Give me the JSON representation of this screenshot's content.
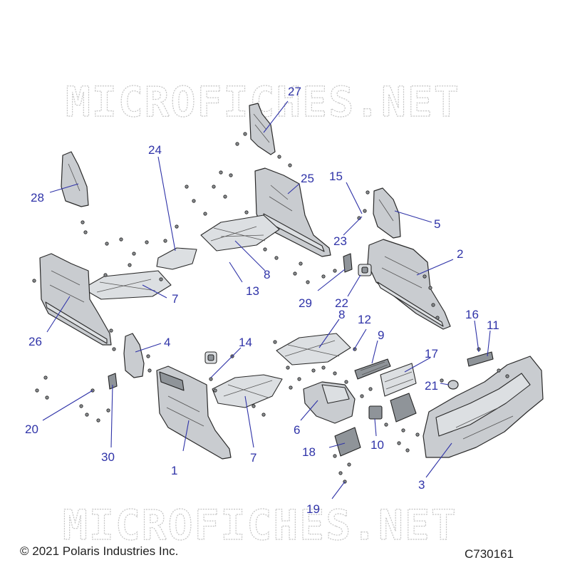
{
  "watermark": {
    "text": "MICROFICHES.NET"
  },
  "footer": {
    "copyright": "© 2021 Polaris Industries Inc.",
    "diagram_code": "C730161"
  },
  "callouts": [
    "1",
    "2",
    "3",
    "4",
    "5",
    "6",
    "7",
    "7",
    "8",
    "8",
    "9",
    "10",
    "11",
    "12",
    "13",
    "14",
    "15",
    "16",
    "17",
    "18",
    "19",
    "20",
    "21",
    "22",
    "23",
    "24",
    "25",
    "26",
    "27",
    "28",
    "29",
    "30"
  ],
  "colors": {
    "callout": "#2f33a8",
    "part_fill": "#c9ccd0",
    "outline": "#2a2a2a"
  }
}
